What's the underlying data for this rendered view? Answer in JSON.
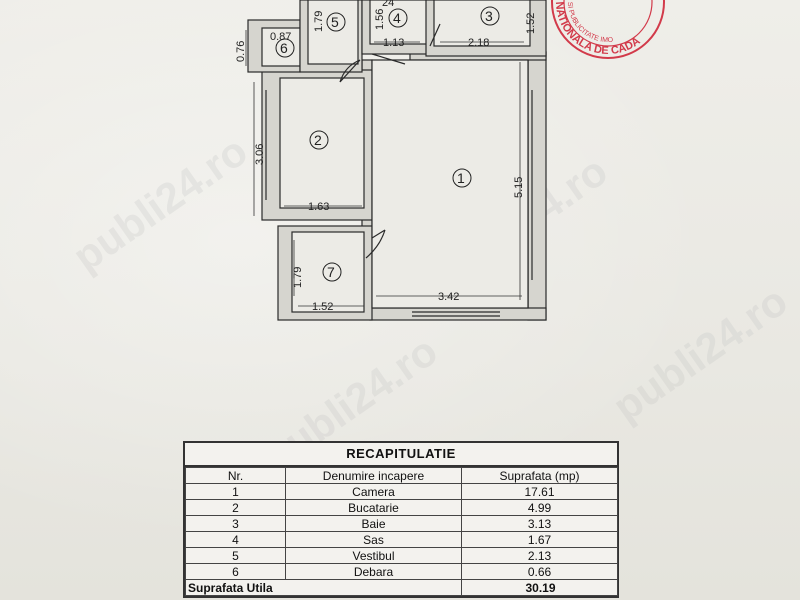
{
  "plan": {
    "rooms": [
      {
        "num": "1"
      },
      {
        "num": "2"
      },
      {
        "num": "3"
      },
      {
        "num": "4"
      },
      {
        "num": "5"
      },
      {
        "num": "6"
      },
      {
        "num": "7"
      }
    ],
    "dimensions": {
      "d_076": "0.76",
      "d_087": "0.87",
      "d_179a": "1.79",
      "d_156": "1.56",
      "d_113": "1.13",
      "d_218": "2.18",
      "d_152a": "1.52",
      "d_306": "3.06",
      "d_163": "1.63",
      "d_515": "5.15",
      "d_179b": "1.79",
      "d_152b": "1.52",
      "d_342": "3.42",
      "d_24": "24"
    }
  },
  "stamp": {
    "text1": "NATIONALA DE CADA",
    "text2": "SI PUBLICITATE IMO"
  },
  "watermark": "publi24.ro",
  "recap": {
    "title": "RECAPITULATIE",
    "headers": [
      "Nr.",
      "Denumire incapere",
      "Suprafata (mp)"
    ],
    "rows": [
      {
        "nr": "1",
        "name": "Camera",
        "area": "17.61"
      },
      {
        "nr": "2",
        "name": "Bucatarie",
        "area": "4.99"
      },
      {
        "nr": "3",
        "name": "Baie",
        "area": "3.13"
      },
      {
        "nr": "4",
        "name": "Sas",
        "area": "1.67"
      },
      {
        "nr": "5",
        "name": "Vestibul",
        "area": "2.13"
      },
      {
        "nr": "6",
        "name": "Debara",
        "area": "0.66"
      }
    ],
    "footer_label": "Suprafata Utila",
    "footer_value": "30.19"
  }
}
